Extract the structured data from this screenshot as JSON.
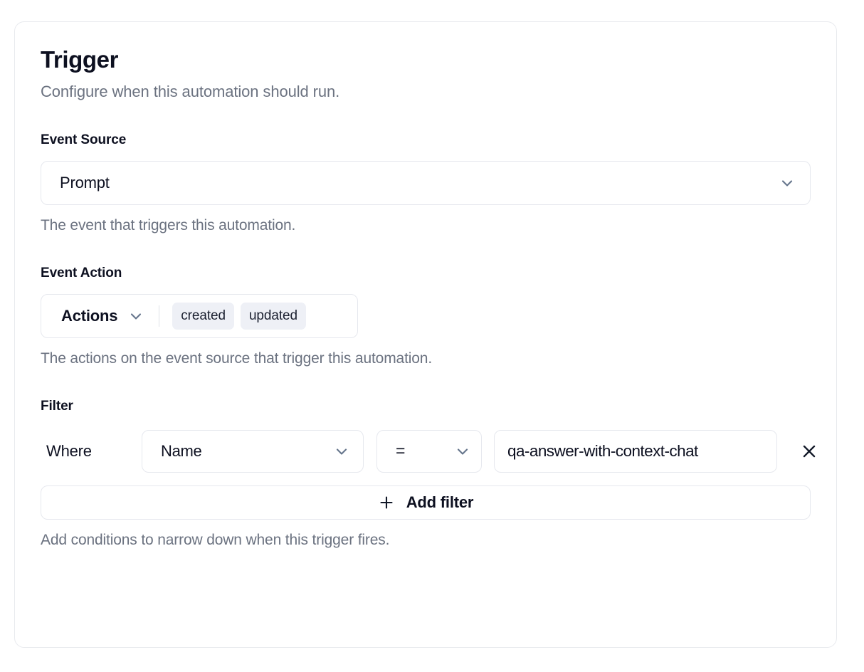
{
  "card": {
    "title": "Trigger",
    "subtitle": "Configure when this automation should run."
  },
  "event_source": {
    "label": "Event Source",
    "selected": "Prompt",
    "help": "The event that triggers this automation.",
    "chevron_icon": "chevron-down-icon"
  },
  "event_action": {
    "label": "Event Action",
    "selected": "Actions",
    "chips": [
      "created",
      "updated"
    ],
    "help": "The actions on the event source that trigger this automation.",
    "chevron_icon": "chevron-down-icon"
  },
  "filter": {
    "label": "Filter",
    "where_label": "Where",
    "rows": [
      {
        "field": "Name",
        "operator": "=",
        "value": "qa-answer-with-context-chat",
        "remove_icon": "close-icon"
      }
    ],
    "add_label": "Add filter",
    "add_icon": "plus-icon",
    "help": "Add conditions to narrow down when this trigger fires."
  },
  "colors": {
    "text_primary": "#0d1020",
    "text_muted": "#6b7280",
    "border": "#e6e8ee",
    "chip_bg": "#eef0f6",
    "icon_gray": "#64748b"
  }
}
